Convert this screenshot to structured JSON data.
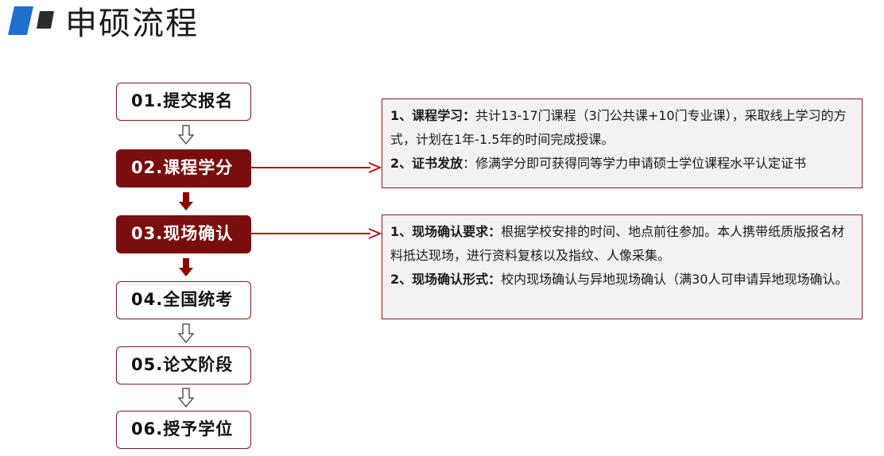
{
  "page": {
    "title": "申硕流程"
  },
  "colors": {
    "accent_dark_red": "#7a0d0d",
    "arrow_red": "#b31515",
    "logo_blue": "#1f6fd1",
    "logo_gray": "#2b2b2b"
  },
  "steps": [
    {
      "label": "01.提交报名",
      "active": false
    },
    {
      "label": "02.课程学分",
      "active": true
    },
    {
      "label": "03.现场确认",
      "active": true
    },
    {
      "label": "04.全国统考",
      "active": false
    },
    {
      "label": "05.论文阶段",
      "active": false
    },
    {
      "label": "06.授予学位",
      "active": false
    }
  ],
  "connectors": [
    "hollow-down-arrow",
    "solid-down-arrow",
    "solid-down-arrow",
    "hollow-down-arrow",
    "hollow-down-arrow"
  ],
  "info_boxes": [
    {
      "points": [
        {
          "heading": "1、课程学习：",
          "text": "共计13-17门课程（3门公共课+10门专业课），采取线上学习的方式，计划在1年-1.5年的时间完成授课。"
        },
        {
          "heading": "2、证书发放",
          "text": "：修满学分即可获得同等学力申请硕士学位课程水平认定证书"
        }
      ]
    },
    {
      "points": [
        {
          "heading": "1、现场确认要求：",
          "text": "根据学校安排的时间、地点前往参加。本人携带纸质版报名材料抵达现场，进行资料复核以及指纹、人像采集。"
        },
        {
          "heading": "2、现场确认形式：",
          "text": "校内现场确认与异地现场确认（满30人可申请异地现场确认。"
        }
      ]
    }
  ]
}
